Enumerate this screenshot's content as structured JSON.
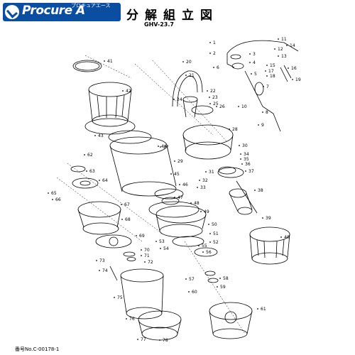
{
  "header": {
    "logo_text": "Procure A",
    "logo_kana": "プロキュアエース",
    "title": "分解組立図",
    "model": "GHV-23.7"
  },
  "footer": {
    "drawing_no": "番号No.C-00178-1"
  },
  "callouts": [
    "1",
    "2",
    "3",
    "4",
    "5",
    "6",
    "7",
    "8",
    "9",
    "10",
    "11",
    "12",
    "13",
    "14",
    "15",
    "16",
    "17",
    "18",
    "19",
    "20",
    "21",
    "22",
    "23",
    "24",
    "25",
    "26",
    "27",
    "28",
    "29",
    "30",
    "31",
    "32",
    "33",
    "34",
    "35",
    "36",
    "37",
    "38",
    "39",
    "40",
    "41",
    "42",
    "43",
    "44",
    "45",
    "46",
    "47",
    "48",
    "49",
    "50",
    "51",
    "52",
    "53",
    "54",
    "55",
    "56",
    "57",
    "58",
    "59",
    "60",
    "61",
    "62",
    "63",
    "64",
    "65",
    "66",
    "67",
    "68",
    "69",
    "70",
    "71",
    "72",
    "73",
    "74",
    "75",
    "76",
    "77",
    "78"
  ]
}
